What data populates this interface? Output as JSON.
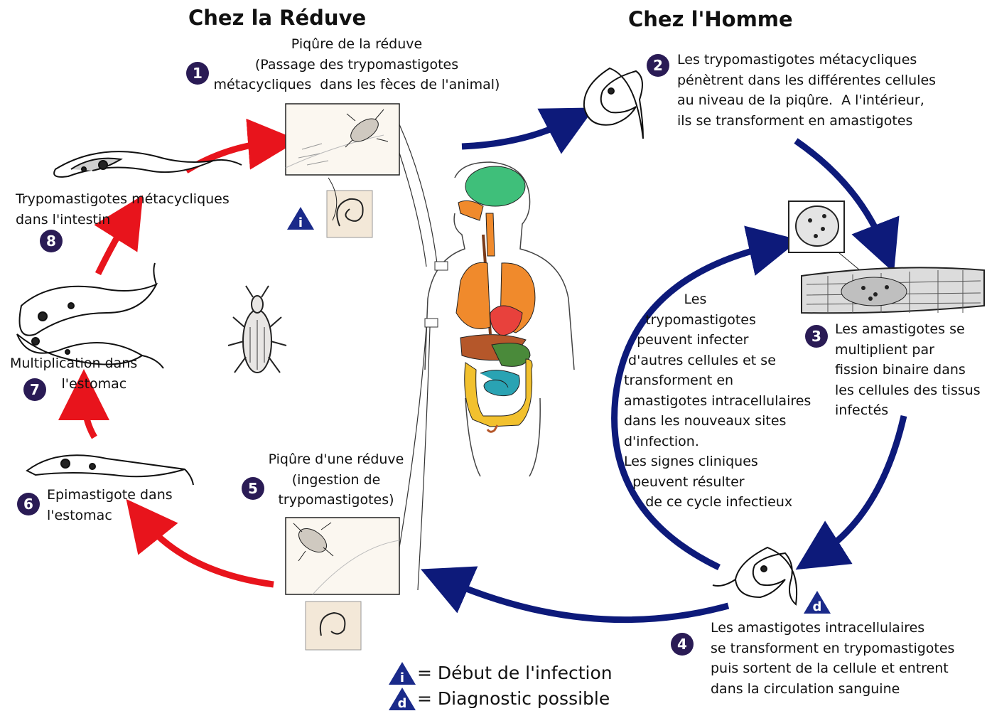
{
  "titles": {
    "reduve": "Chez la Réduve",
    "homme": "Chez l'Homme"
  },
  "steps": {
    "s1": {
      "num": "1",
      "label": "Piqûre de la réduve\n(Passage des trypomastigotes\nmétacycliques  dans les fèces de l'animal)"
    },
    "s2": {
      "num": "2",
      "label": "Les trypomastigotes métacycliques\npénètrent dans les différentes cellules\nau niveau de la piqûre.  A l'intérieur,\nils se transforment en amastigotes"
    },
    "s3": {
      "num": "3",
      "label": "Les amastigotes se\nmultiplient par\nfission binaire dans\nles cellules des tissus\ninfectés"
    },
    "s4": {
      "num": "4",
      "label": "Les amastigotes intracellulaires\nse transforment en trypomastigotes\npuis sortent de la cellule et entrent\ndans la circulation sanguine"
    },
    "s5": {
      "num": "5",
      "label": "Piqûre d'une réduve\n(ingestion de\ntrypomastigotes)"
    },
    "s6": {
      "num": "6",
      "label": "Epimastigote dans\nl'estomac"
    },
    "s7": {
      "num": "7",
      "label": "Multiplication dans\n            l'estomac"
    },
    "s8": {
      "num": "8",
      "label": "Trypomastigotes métacycliques\ndans l'intestin"
    }
  },
  "center_note": "              Les\n     trypomastigotes\n   peuvent infecter\n d'autres cellules et se\ntransforment en\namastigotes intracellulaires\ndans les nouveaux sites\nd'infection.\nLes signes cliniques\n  peuvent résulter\n     de ce cycle infectieux",
  "markers": {
    "infection_letter": "i",
    "diagnostic_letter": "d"
  },
  "legend": {
    "infection": "= Début de l'infection",
    "diagnostic": "= Diagnostic possible"
  },
  "colors": {
    "red_arrow": "#e8141c",
    "blue_arrow": "#0d1a7a",
    "badge": "#2a1b55",
    "lungs": "#f08a2c",
    "brain": "#3fbf7a",
    "heart": "#e8413c",
    "liver": "#b5572a",
    "intestine": "#f2c12e",
    "small_intestine": "#2aa3b3"
  }
}
